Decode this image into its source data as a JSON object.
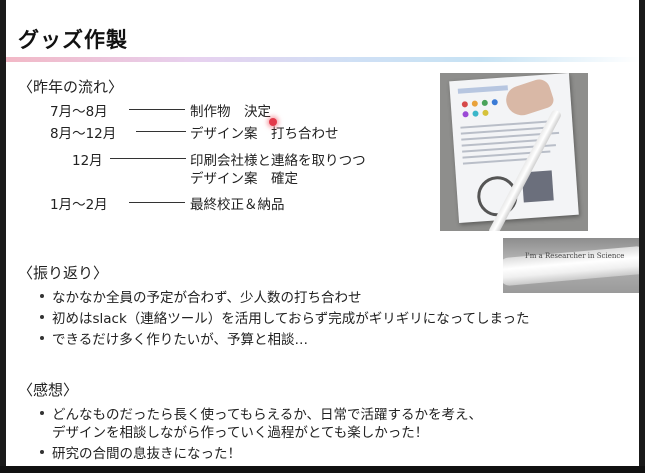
{
  "title": "グッズ作製",
  "timeline": {
    "heading": "〈昨年の流れ〉",
    "rows": [
      {
        "period": "7月〜8月",
        "task": "制作物　決定"
      },
      {
        "period": "8月〜12月",
        "task": "デザイン案　打ち合わせ"
      },
      {
        "period": "12月",
        "task": "印刷会社様と連絡を取りつつ"
      },
      {
        "period": "",
        "task": "デザイン案　確定"
      },
      {
        "period": "1月〜2月",
        "task": "最終校正＆納品"
      }
    ]
  },
  "reflection": {
    "heading": "〈振り返り〉",
    "items": [
      "なかなか全員の予定が合わず、少人数の打ち合わせ",
      "初めはslack（連絡ツール）を活用しておらず完成がギリギリになってしまった",
      "できるだけ多く作りたいが、予算と相談…"
    ]
  },
  "impressions": {
    "heading": "〈感想〉",
    "items": [
      {
        "line1": "どんなものだったら長く使ってもらえるか、日常で活躍するかを考え、",
        "line2": "デザインを相談しながら作っていく過程がとても楽しかった！"
      },
      {
        "line1": "研究の合間の息抜きになった！",
        "line2": ""
      }
    ]
  },
  "photos": {
    "pen_text": "I'm a Researcher in Science"
  },
  "colors": {
    "accent_gradient_start": "#f2b8c6",
    "accent_gradient_mid": "#cfe0f5",
    "pointer": "#e23a4a"
  }
}
